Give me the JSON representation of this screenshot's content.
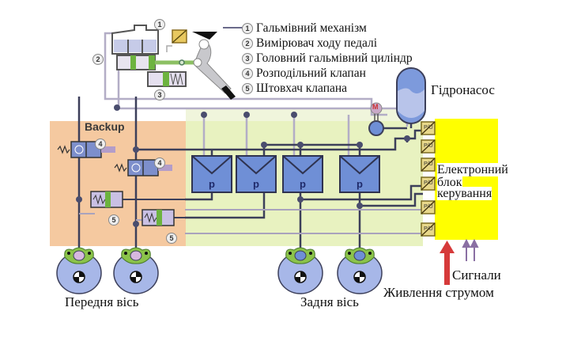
{
  "legend": [
    {
      "num": "1",
      "text": "Гальмівний механізм"
    },
    {
      "num": "2",
      "text": "Вимірювач ходу педалі"
    },
    {
      "num": "3",
      "text": "Головний гальмівний циліндр"
    },
    {
      "num": "4",
      "text": "Розподільний клапан"
    },
    {
      "num": "5",
      "text": "Штовхач клапана"
    }
  ],
  "labels": {
    "pump": "Гідронасос",
    "motor": "M",
    "backup": "Backup",
    "ecu_line1": "Електронний",
    "ecu_line2": "блок",
    "ecu_line3": "керування",
    "signals": "Сигнали",
    "power": "Живлення струмом",
    "front_axle": "Передня вісь",
    "rear_axle": "Задня вісь",
    "pressure_sensor": "p",
    "sensor_su": "S/U",
    "sensor_pu": "P/U"
  },
  "callouts": {
    "c1": "1",
    "c2": "2",
    "c3": "3",
    "c4a": "4",
    "c4b": "4",
    "c5a": "5",
    "c5b": "5"
  },
  "colors": {
    "backup_zone": "#f5c9a0",
    "hydraulic_zone": "#e8f2c0",
    "ecu": "#ffff00",
    "modulator": "#6f8fd6",
    "line_dark": "#3c3f5a",
    "line_light": "#a9a3bd",
    "green": "#6db33f",
    "power_arrow": "#d63a3a",
    "signal_arrow": "#8a6fa3"
  }
}
